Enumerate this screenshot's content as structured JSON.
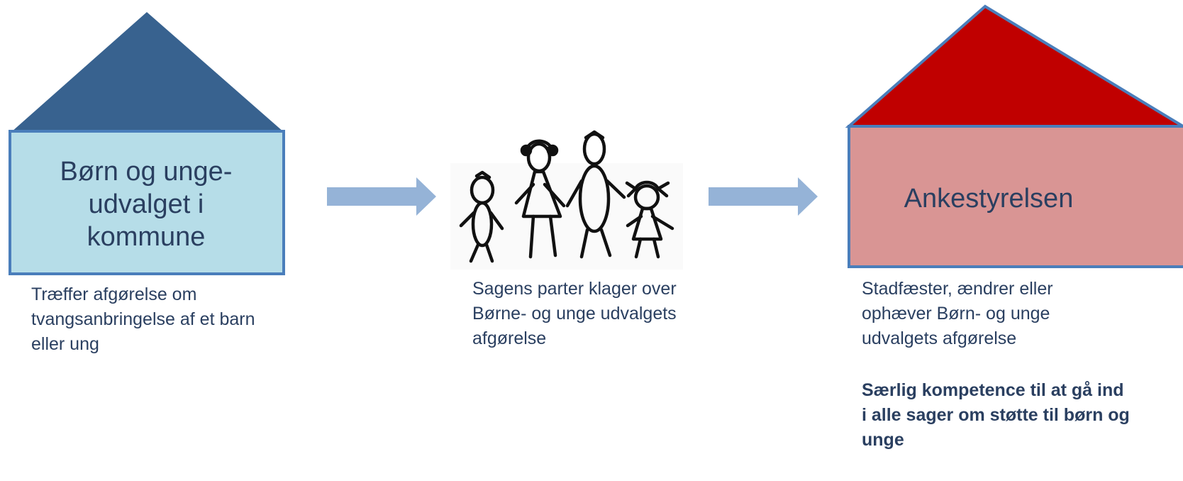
{
  "houses": {
    "left": {
      "title": "Børn og unge-udvalget i kommune",
      "note": "Træffer afgørelse om tvangsanbringelse af et barn eller ung",
      "colors": {
        "roof": "#38628f",
        "body": "#b6dde8",
        "border": "#4a7ebb"
      }
    },
    "right": {
      "title": "Ankestyrelsen",
      "note": "Stadfæster, ændrer eller ophæver Børn- og unge udvalgets afgørelse",
      "note_bold": "Særlig  kompetence til at gå ind i alle sager om støtte til børn og unge",
      "colors": {
        "roof": "#c00000",
        "body": "#d99594",
        "border": "#4a7ebb"
      }
    }
  },
  "middle": {
    "caption": "Sagens parter klager over Børne- og unge udvalgets afgørelse",
    "figures": [
      "boy",
      "woman",
      "man",
      "girl"
    ]
  },
  "arrows": {
    "color": "#95b3d7",
    "count": 2
  }
}
